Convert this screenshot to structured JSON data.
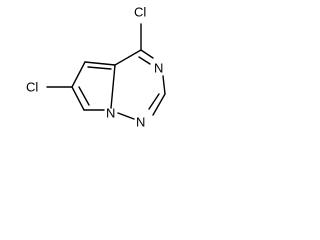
{
  "molecule": {
    "atoms": {
      "cl_top": "Cl",
      "cl_left": "Cl",
      "n_right": "N",
      "n_bottom_left": "N",
      "n_bottom_right": "N"
    }
  }
}
